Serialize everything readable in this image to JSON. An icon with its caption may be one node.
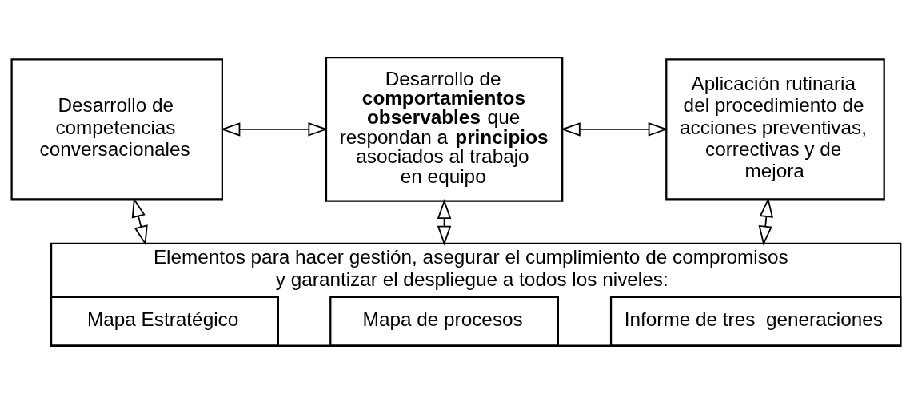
{
  "diagram": {
    "nodes": [
      {
        "text": [
          "Desarrollo de competencias conversacionales"
        ]
      },
      {
        "text": [
          "Desarrollo de **comportamientos observables** que respondan a **principios** asociados al trabajo en equipo"
        ]
      },
      {
        "text": [
          "Aplicación rutinaria del procedimiento de acciones preventivas, correctivas y de mejora"
        ]
      },
      {
        "text": [
          "Elementos para hacer gestión, asegurar el cumplimiento de compromisos y garantizar el despliegue a todos los niveles:"
        ]
      },
      {
        "text": [
          "Mapa Estratégico"
        ],
        "in": 3
      },
      {
        "text": [
          "Mapa de procesos"
        ],
        "in": 3
      },
      {
        "text": [
          "Informe de tres  generaciones"
        ],
        "in": 3
      }
    ],
    "edges": [
      {
        "from": 0,
        "to": 1,
        "arrow": "both"
      },
      {
        "from": 1,
        "to": 2,
        "arrow": "both"
      },
      {
        "from": 0,
        "to": 3,
        "arrow": "both"
      },
      {
        "from": 1,
        "to": 3,
        "arrow": "both"
      },
      {
        "from": 2,
        "to": 3,
        "arrow": "both"
      }
    ]
  }
}
